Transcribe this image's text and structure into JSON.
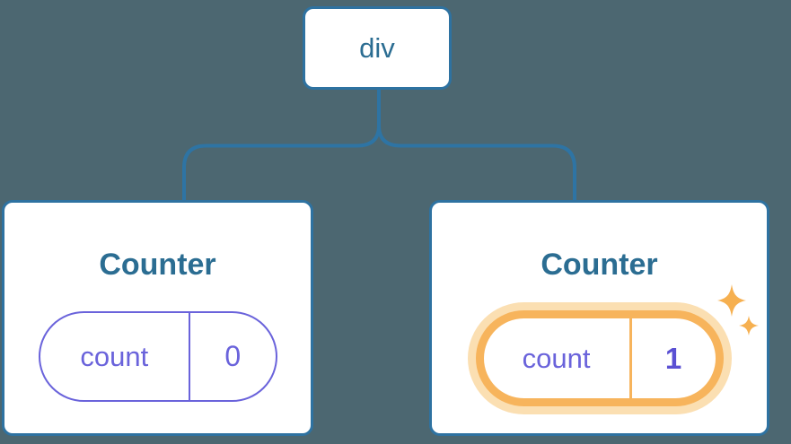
{
  "diagram": {
    "description": "Component tree: a div root with two Counter children, each holding its own count state; the second Counter's state was just updated",
    "root": {
      "label": "div"
    },
    "children": [
      {
        "title": "Counter",
        "state": {
          "key": "count",
          "value": "0"
        },
        "highlighted": false
      },
      {
        "title": "Counter",
        "state": {
          "key": "count",
          "value": "1"
        },
        "highlighted": true,
        "badge_icon": "sparkles-icon"
      }
    ]
  },
  "palette": {
    "background": "#4C6771",
    "node_border_blue": "#2E72A1",
    "connector_blue": "#2E74A4",
    "label_blue": "#2B6D92",
    "state_purple": "#6A63DB",
    "value_purple_bold": "#5A50D3",
    "highlight_orange": "#F7B45C",
    "highlight_orange_light": "#FBDFB2",
    "sparkle_orange": "#F6B050",
    "card_background": "#FFFFFF"
  }
}
